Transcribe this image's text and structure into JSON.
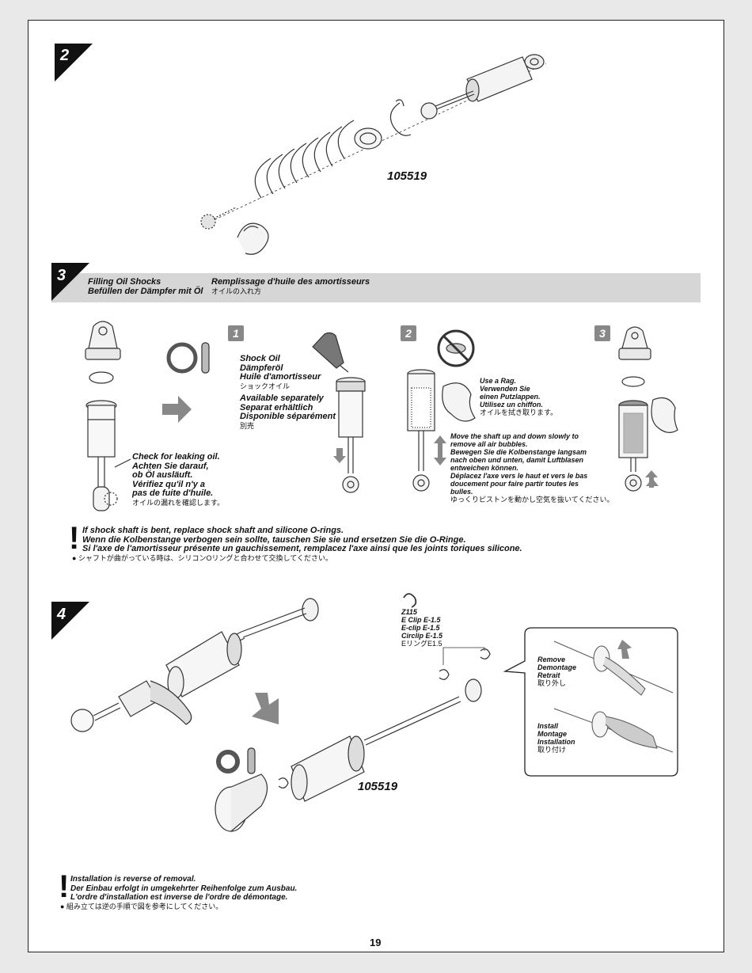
{
  "steps": {
    "step2": {
      "number": "2",
      "part_number": "105519"
    },
    "step3": {
      "number": "3",
      "title_en": "Filling Oil Shocks",
      "title_de": "Befüllen der Dämpfer mit Öl",
      "title_fr": "Remplissage d'huile des amortisseurs",
      "title_jp": "オイルの入れ方",
      "check_leak": [
        "Check for leaking oil.",
        "Achten Sie darauf,",
        "ob Öl ausläuft.",
        "Vérifiez qu'il n'y a",
        "pas de fuite d'huile."
      ],
      "check_leak_jp": "オイルの漏れを確認します。",
      "sub1": {
        "badge": "1",
        "oil": [
          "Shock Oil",
          "Dämpferöl",
          "Huile d'amortisseur"
        ],
        "oil_jp": "ショックオイル",
        "avail": [
          "Available separately",
          "Separat erhältlich",
          "Disponible séparément"
        ],
        "avail_jp": "別売"
      },
      "sub2": {
        "badge": "2",
        "rag": [
          "Use a Rag.",
          "Verwenden Sie",
          "einen Putzlappen.",
          "Utilisez un chiffon."
        ],
        "rag_jp": "オイルを拭き取ります。",
        "move": [
          "Move the shaft up and down slowly to",
          "remove all air bubbles.",
          "Bewegen Sie die Kolbenstange langsam",
          "nach oben und unten, damit Luftblasen",
          "entweichen können.",
          "Déplacez l'axe vers le haut et vers le bas",
          "doucement pour faire partir toutes les",
          "bulles."
        ],
        "move_jp": "ゆっくりピストンを動かし空気を抜いてください。"
      },
      "sub3": {
        "badge": "3"
      },
      "warning": [
        "If shock shaft is bent, replace shock shaft and silicone O-rings.",
        "Wenn die Kolbenstange verbogen sein sollte, tauschen Sie sie und ersetzen Sie die O-Ringe.",
        "Si l'axe de l'amortisseur présente un gauchissement, remplacez l'axe ainsi que les joints toriques silicone."
      ],
      "warning_jp": "● シャフトが曲がっている時は、シリコンOリングと合わせて交換してください。"
    },
    "step4": {
      "number": "4",
      "part_number": "105519",
      "clip": [
        "Z115",
        "E Clip E-1.5",
        "E-clip E-1.5",
        "Circlip E-1.5"
      ],
      "clip_jp": "EリングE1.5",
      "remove": [
        "Remove",
        "Demontage",
        "Retrait"
      ],
      "remove_jp": "取り外し",
      "install": [
        "Install",
        "Montage",
        "Installation"
      ],
      "install_jp": "取り付け",
      "note": [
        "Installation is reverse of removal.",
        "Der Einbau erfolgt in umgekehrter Reihenfolge zum Ausbau.",
        "L'ordre d'installation est inverse de l'ordre de démontage."
      ],
      "note_jp": "● 組み立ては逆の手順で図を参考にしてください。"
    }
  },
  "page_number": "19",
  "icons": [
    "exclamation-icon",
    "arrow-right-icon",
    "arrow-down-icon",
    "arrow-up-icon",
    "no-symbol-icon"
  ]
}
